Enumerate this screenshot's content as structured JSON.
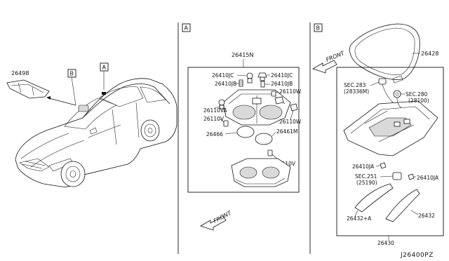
{
  "diagram_id": "J26400PZ",
  "sections": {
    "a": {
      "letter": "A"
    },
    "b": {
      "letter": "B"
    }
  },
  "callouts": {
    "a": "A",
    "b": "B"
  },
  "front_labels": {
    "a": "FRONT",
    "b": "FRONT"
  },
  "parts": {
    "car_view": {
      "p26498": "26498"
    },
    "section_a": {
      "p26415N": "26415N",
      "p26410JC_left": "26410JC",
      "p26410JC_right": "26410JC",
      "p26410JB_left": "26410JB",
      "p26410JB_right": "26410JB",
      "p26110W_top": "26110W",
      "p26110VA": "26110VA",
      "p26110V_left": "26110V",
      "p26110W_mid": "26110W",
      "p26461M": "26461M",
      "p26466": "26466",
      "p26110V_bottom": "26110V"
    },
    "section_b": {
      "p26428": "26428",
      "sec283_a": "SEC.283",
      "sec283_b": "(28336M)",
      "sec280_a": "SEC.280",
      "sec280_b": "(28100)",
      "p26410JA_left": "26410JA",
      "sec251_a": "SEC.251",
      "sec251_b": "(25190)",
      "p26410JA_right": "26410JA",
      "p26432": "26432",
      "p26432A": "26432+A",
      "p26430": "26430"
    }
  }
}
